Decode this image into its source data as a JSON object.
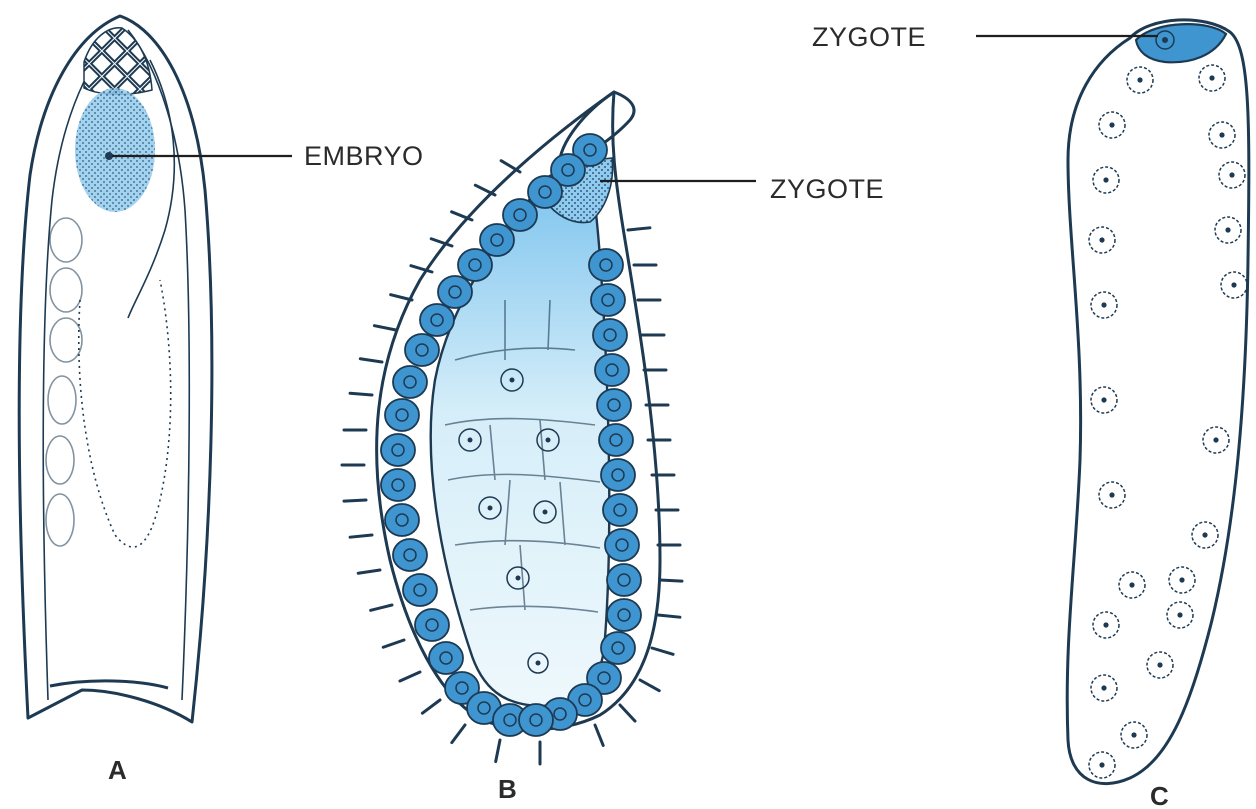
{
  "labels": {
    "embryo": "EMBRYO",
    "zygote_b": "ZYGOTE",
    "zygote_c": "ZYGOTE"
  },
  "panels": {
    "a": "A",
    "b": "B",
    "c": "C"
  },
  "colors": {
    "cell_fill": "#4aa6e0",
    "cell_fill_light": "#c9e8f8",
    "outline": "#1d3a52",
    "text": "#2b2b2b"
  }
}
